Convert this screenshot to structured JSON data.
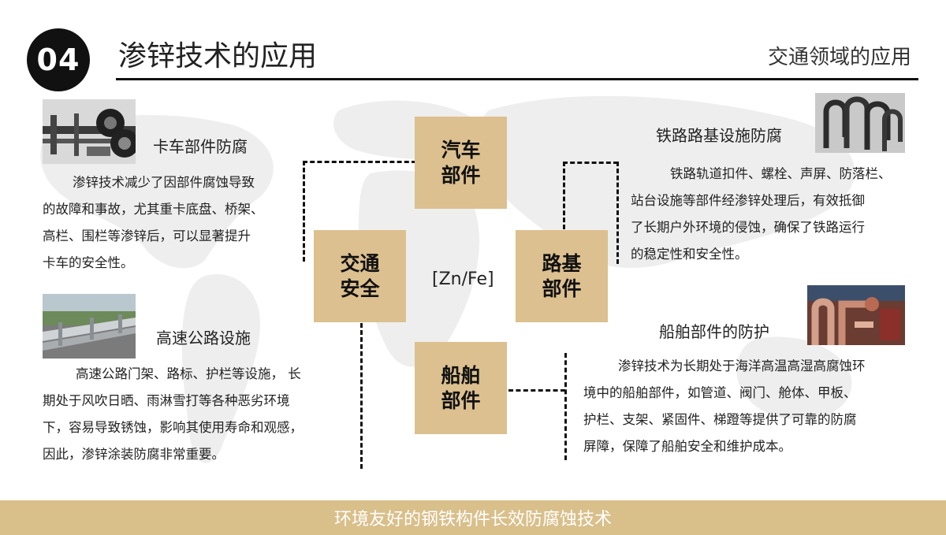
{
  "header": {
    "badge": "04",
    "title": "渗锌技术的应用",
    "subtitle": "交通领域的应用"
  },
  "truck": {
    "heading": "卡车部件防腐",
    "lines": [
      "渗锌技术减少了因部件腐蚀导致",
      "的故障和事故，尤其重卡底盘、桥架、",
      "高栏、围栏等渗锌后，可以显著提升",
      "卡车的安全性。"
    ]
  },
  "highway": {
    "heading": "高速公路设施",
    "lines": [
      "高速公路门架、路标、护栏等设施，  长",
      "期处于风吹日晒、雨淋雪打等各种恶劣环境",
      "下，容易导致锈蚀，影响其使用寿命和观感，",
      "因此，渗锌涂装防腐非常重要。"
    ]
  },
  "railway": {
    "heading": "铁路路基设施防腐",
    "lines": [
      "铁路轨道扣件、螺栓、声屏、防落栏、",
      "站台设施等部件经渗锌处理后，有效抵御",
      "了长期户外环境的侵蚀，确保了铁路运行",
      "的稳定性和安全性。"
    ]
  },
  "ship": {
    "heading": "船舶部件的防护",
    "lines": [
      "渗锌技术为长期处于海洋高温高湿高腐蚀环",
      "境中的船舶部件，如管道、阀门、舱体、甲板、",
      "护栏、支架、紧固件、梯蹬等提供了可靠的防腐",
      "屏障，保障了船舶安全和维护成本。"
    ]
  },
  "boxes": {
    "auto": [
      "汽车",
      "部件"
    ],
    "traffic": [
      "交通",
      "安全"
    ],
    "roadbed": [
      "路基",
      "部件"
    ],
    "ship": [
      "船舶",
      "部件"
    ]
  },
  "center_label": "[Zn/Fe]",
  "footer": "环境友好的钢铁构件长效防腐蚀技术",
  "colors": {
    "box_fill": "#dcc08f",
    "footer_fill": "#d9bf8a",
    "badge_fill": "#111111"
  }
}
